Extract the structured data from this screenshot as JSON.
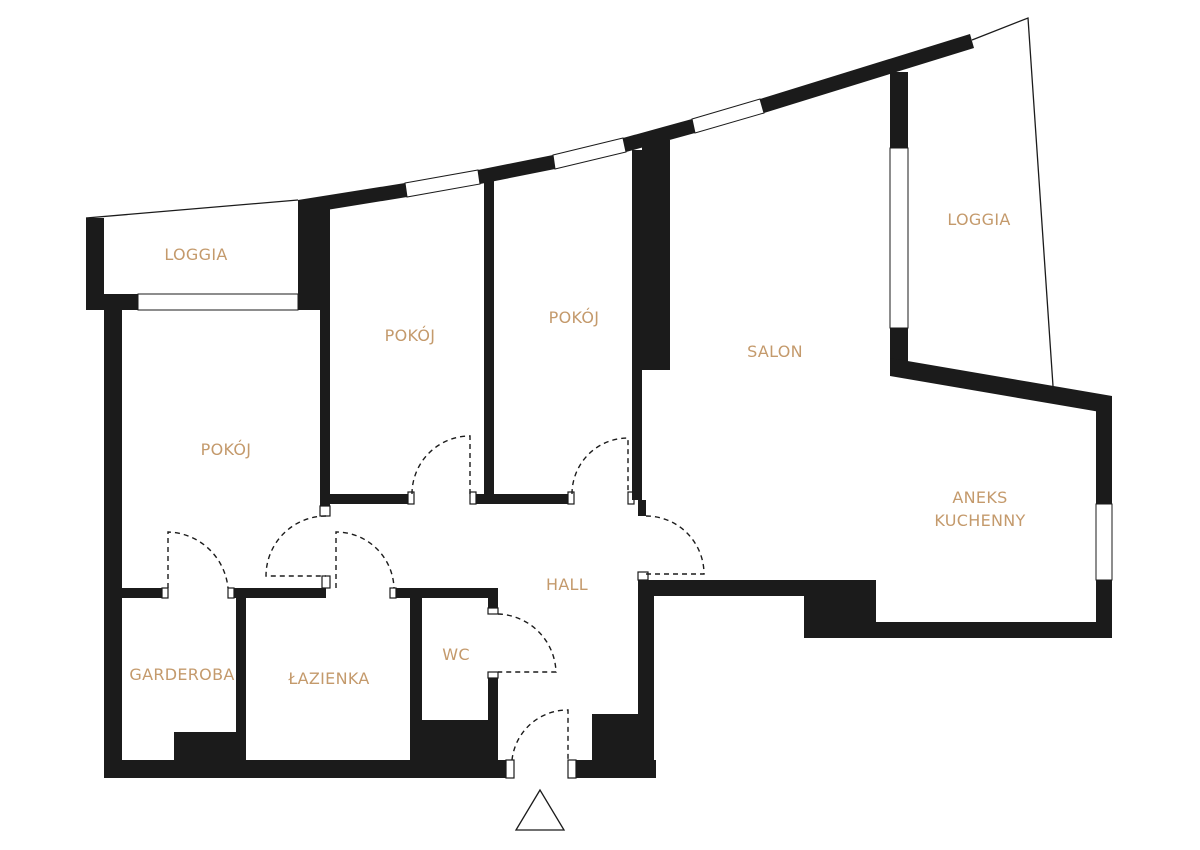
{
  "rooms": {
    "loggia_left": "LOGGIA",
    "pokoj_left": "POKÓJ",
    "pokoj_mid": "POKÓJ",
    "pokoj_right": "POKÓJ",
    "salon": "SALON",
    "loggia_right": "LOGGIA",
    "aneks_line1": "ANEKS",
    "aneks_line2": "KUCHENNY",
    "hall": "HALL",
    "garderoba": "GARDEROBA",
    "lazienka": "ŁAZIENKA",
    "wc": "WC"
  },
  "colors": {
    "wall": "#1b1b1b",
    "label": "#c49a6c",
    "background": "#ffffff"
  },
  "icons": {
    "entrance": "entrance-triangle-icon"
  }
}
